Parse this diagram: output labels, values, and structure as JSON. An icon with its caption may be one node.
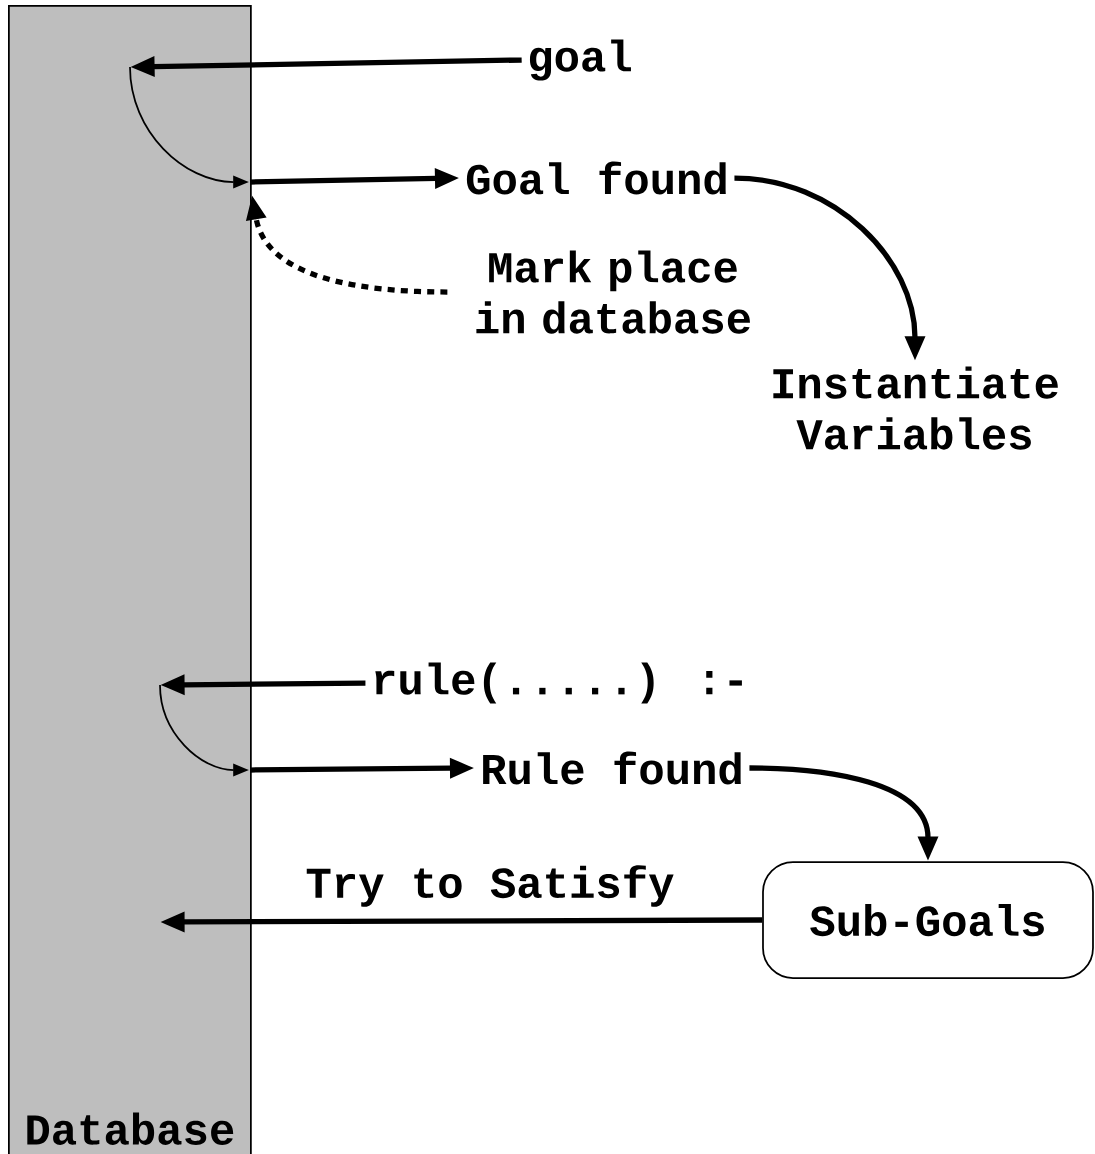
{
  "diagram": {
    "nodes": [
      {
        "text": [
          "Database"
        ]
      },
      {
        "text": [
          "goal"
        ]
      },
      {
        "text": [
          "Goal found"
        ]
      },
      {
        "text": [
          "Mark place in database"
        ]
      },
      {
        "text": [
          "Instantiate Variables"
        ]
      },
      {
        "text": [
          "rule(.....) :-"
        ]
      },
      {
        "text": [
          "Rule found"
        ]
      },
      {
        "text": [
          "Sub-Goals"
        ]
      }
    ],
    "edges": [
      {
        "from": 1,
        "to": 0,
        "arrow": "to"
      },
      {
        "from": 0,
        "to": 2,
        "arrow": "to"
      },
      {
        "from": 3,
        "to": 0,
        "arrow": "to",
        "style": "dashed"
      },
      {
        "from": 2,
        "to": 4,
        "arrow": "to"
      },
      {
        "from": 5,
        "to": 0,
        "arrow": "to"
      },
      {
        "from": 0,
        "to": 6,
        "arrow": "to"
      },
      {
        "from": 6,
        "to": 7,
        "arrow": "to"
      },
      {
        "from": 7,
        "to": 0,
        "arrow": "to",
        "label": "Try to Satisfy"
      }
    ]
  }
}
